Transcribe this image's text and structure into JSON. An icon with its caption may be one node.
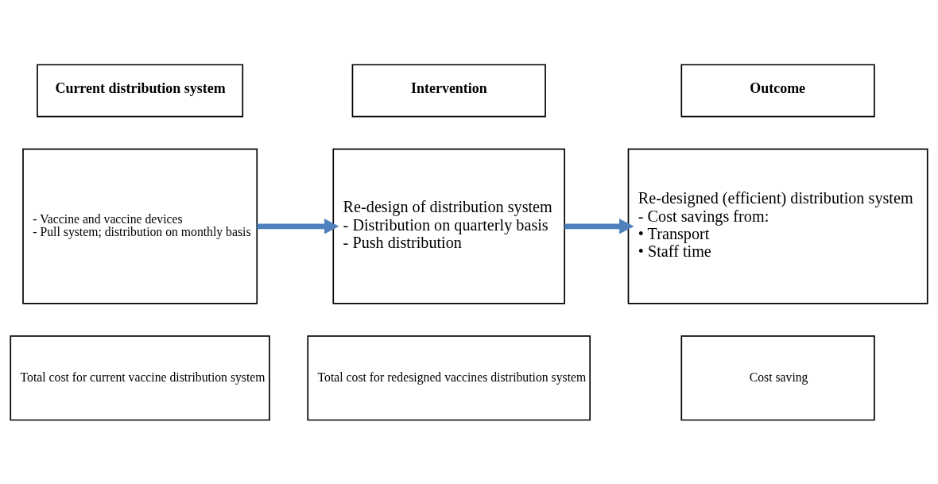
{
  "diagram": {
    "nodes": [
      {
        "text": [
          "Current distribution system"
        ]
      },
      {
        "text": [
          "Intervention"
        ]
      },
      {
        "text": [
          "Outcome"
        ]
      },
      {
        "text": [
          "- Vaccine and vaccine devices",
          "- Pull system; distribution on monthly basis"
        ]
      },
      {
        "text": [
          "Re-design of distribution system",
          "- Distribution on quarterly basis",
          "- Push distribution"
        ]
      },
      {
        "text": [
          "Re-designed (efficient) distribution system",
          "- Cost savings from:",
          "• Transport",
          "• Staff time"
        ]
      },
      {
        "text": [
          "Total cost for current vaccine distribution system"
        ]
      },
      {
        "text": [
          "Total cost for redesigned vaccines distribution system"
        ]
      },
      {
        "text": [
          "Cost saving"
        ]
      }
    ],
    "edges": [
      {
        "from": 3,
        "to": 4,
        "arrow": "to"
      },
      {
        "from": 4,
        "to": 5,
        "arrow": "to"
      }
    ]
  }
}
